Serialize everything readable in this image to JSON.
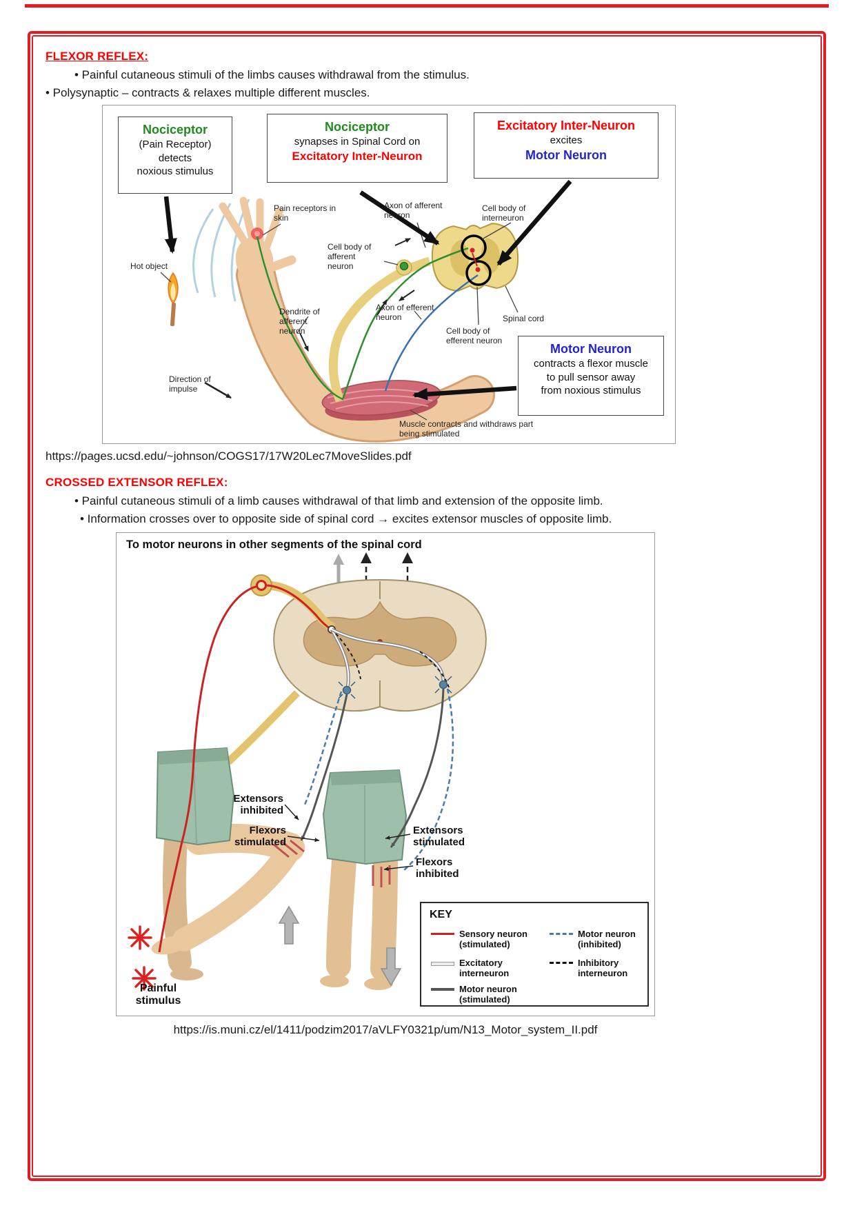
{
  "colors": {
    "border_red": "#e31b23",
    "heading_red": "#ff0000",
    "nociceptor_green": "#1f8a1f",
    "interneuron_red": "#ff0000",
    "motor_neuron_blue": "#2323cc",
    "sensory_neuron_red": "#cc2222",
    "motor_inhibited_blue": "#4a7aa8"
  },
  "flexor_section": {
    "title": "FLEXOR REFLEX:",
    "bullets": [
      "• Painful cutaneous stimuli of the limbs causes withdrawal from the stimulus.",
      "• Polysynaptic – contracts & relaxes multiple different muscles."
    ],
    "source_link": "https://pages.ucsd.edu/~johnson/COGS17/17W20Lec7MoveSlides.pdf"
  },
  "crossed_section": {
    "title": "CROSSED EXTENSOR REFLEX:",
    "bullets": [
      "• Painful cutaneous stimuli of a limb causes withdrawal of that limb and extension of the opposite limb.",
      "• Information crosses over to opposite side of spinal cord → excites extensor muscles of opposite limb."
    ],
    "source_link": "https://is.muni.cz/el/1411/podzim2017/aVLFY0321p/um/N13_Motor_system_II.pdf"
  },
  "figure1": {
    "callout1": {
      "title": "Nociceptor",
      "line2": "(Pain Receptor)",
      "line3": "detects",
      "line4": "noxious stimulus"
    },
    "callout2": {
      "title": "Nociceptor",
      "line2": "synapses in Spinal Cord on",
      "line3": "Excitatory Inter-Neuron"
    },
    "callout3": {
      "title": "Excitatory Inter-Neuron",
      "line2": "excites",
      "line3": "Motor Neuron"
    },
    "callout4": {
      "title": "Motor Neuron",
      "line2": "contracts a flexor muscle",
      "line3": "to pull sensor away",
      "line4": "from noxious stimulus"
    },
    "labels": {
      "pain_receptors": "Pain receptors in skin",
      "hot_object": "Hot object",
      "cell_body_afferent": "Cell body of afferent neuron",
      "axon_afferent": "Axon of afferent neuron",
      "cell_body_interneuron": "Cell body of interneuron",
      "dendrite_afferent": "Dendrite of afferent neuron",
      "axon_efferent": "Axon of efferent neuron",
      "cell_body_efferent": "Cell body of efferent neuron",
      "spinal_cord": "Spinal cord",
      "direction_impulse": "Direction of impulse",
      "muscle_contracts": "Muscle contracts and withdraws part being stimulated"
    }
  },
  "figure2": {
    "title": "To motor neurons in other segments of the spinal cord",
    "labels": {
      "extensors_inhibited": "Extensors inhibited",
      "flexors_stimulated": "Flexors stimulated",
      "extensors_stimulated": "Extensors stimulated",
      "flexors_inhibited": "Flexors inhibited",
      "painful_stimulus": "Painful stimulus"
    },
    "key": {
      "title": "KEY",
      "items": [
        {
          "label": "Sensory neuron (stimulated)"
        },
        {
          "label": "Excitatory interneuron"
        },
        {
          "label": "Motor neuron (stimulated)"
        },
        {
          "label": "Motor neuron (inhibited)"
        },
        {
          "label": "Inhibitory interneuron"
        }
      ]
    }
  }
}
